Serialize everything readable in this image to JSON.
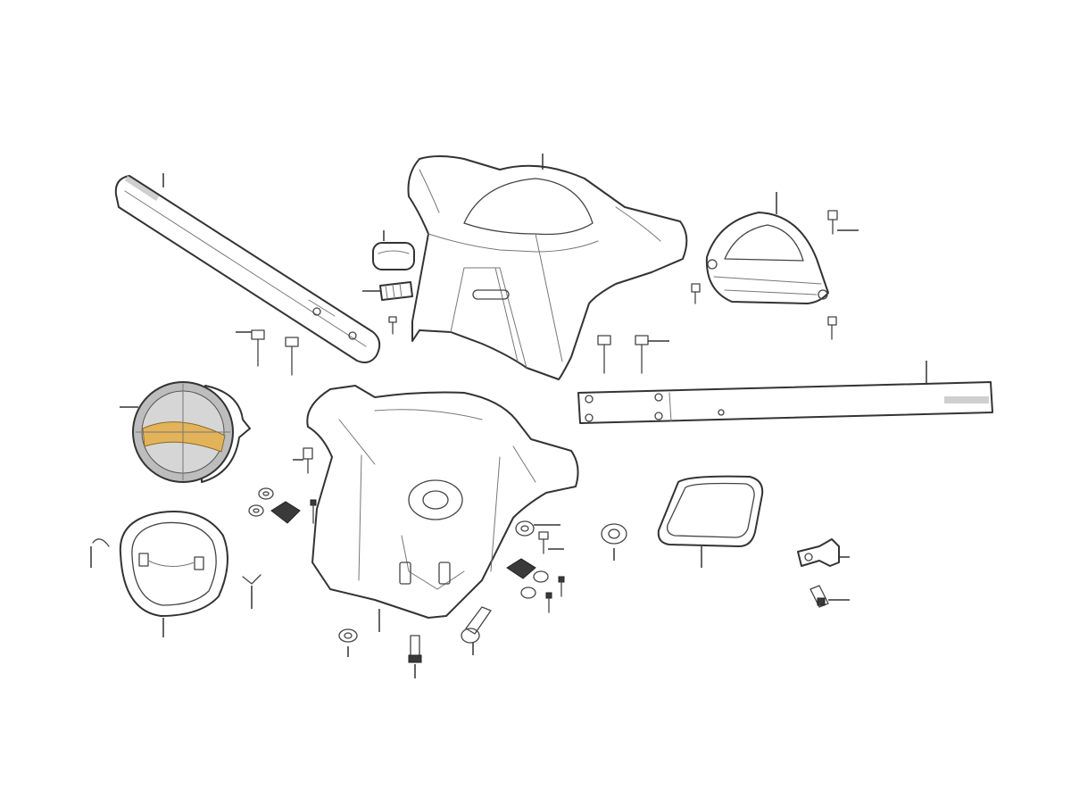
{
  "diagram": {
    "style": "exploded parts diagram",
    "labels": [],
    "colors": {
      "line": "#333333",
      "lens_amber": "#e3b35a",
      "lens_gray": "#b8b8b8",
      "background": "#ffffff"
    },
    "parts": [
      "handlebar",
      "front-handle-cover",
      "indicator-lens-small",
      "clip-bracket",
      "speedometer-meter",
      "crossbar",
      "headlight-unit",
      "rear-handle-cover",
      "headlight-rim",
      "inner-frame-gasket",
      "bracket-clamp",
      "bolts-and-screws",
      "washers-and-nuts"
    ]
  }
}
